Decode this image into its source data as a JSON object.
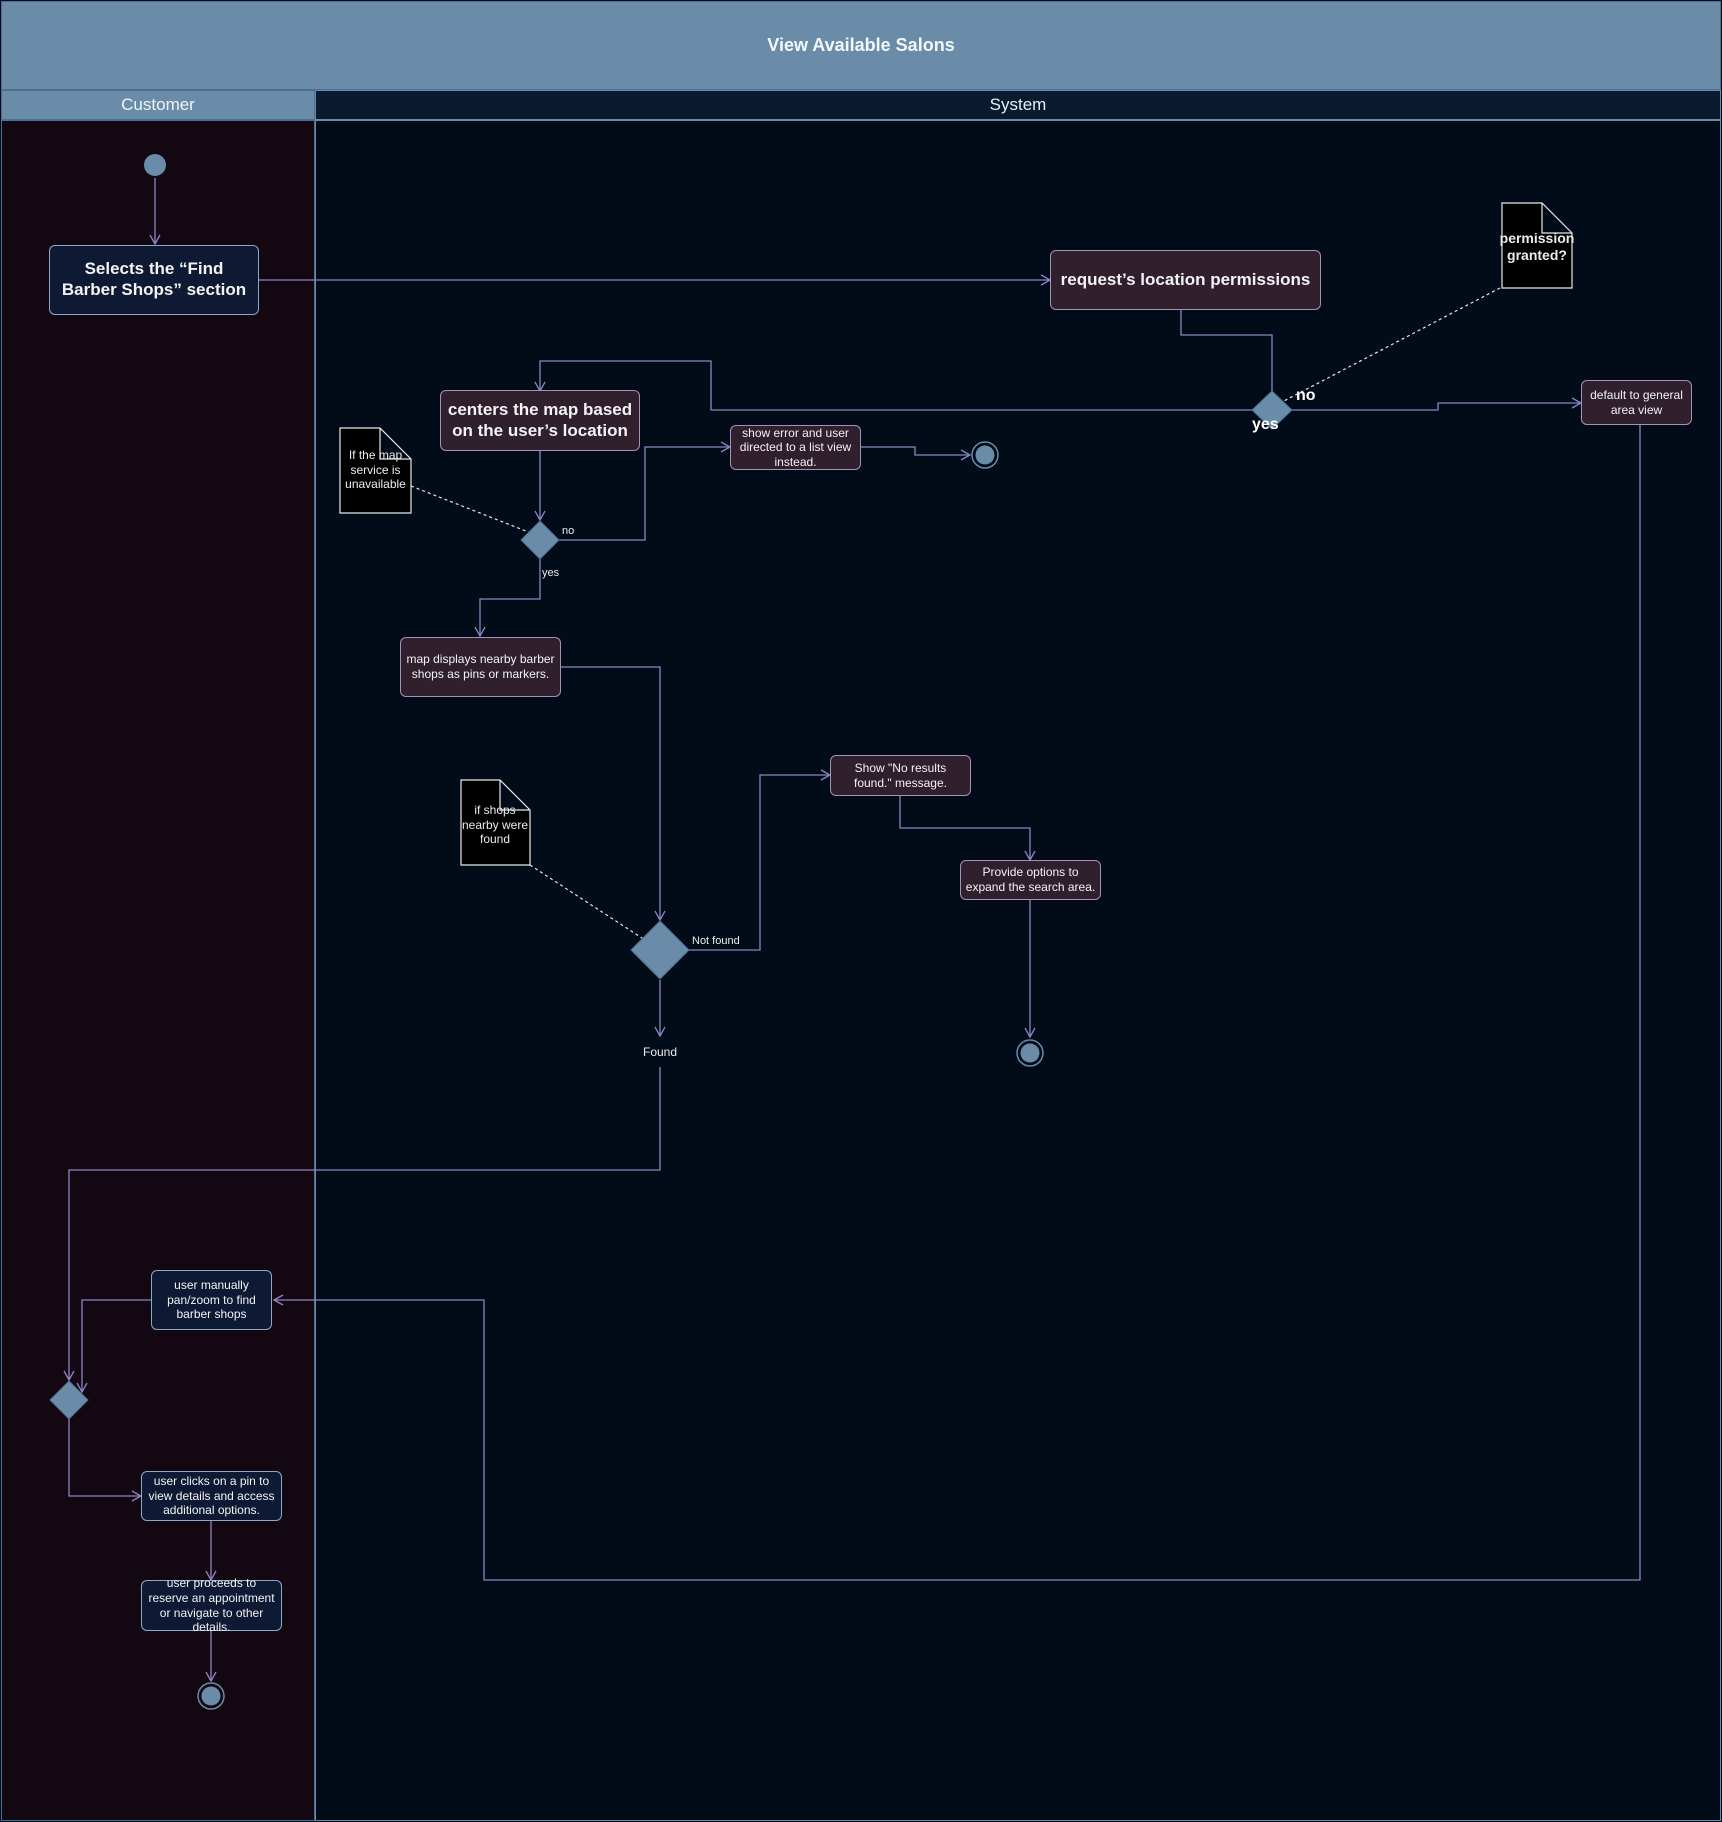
{
  "title": "View Available Salons",
  "lanes": {
    "customer": "Customer",
    "system": "System"
  },
  "nodes": {
    "select_find_barber": "Selects the “Find Barber Shops” section",
    "request_permissions": "request’s location permissions",
    "center_map": "centers the map based on the user’s location",
    "show_error": "show error and user directed to a list view instead.",
    "default_general": "default to general area view",
    "map_displays": "map displays nearby barber shops as pins or markers.",
    "no_results": "Show \"No results found.\" message.",
    "expand_search": "Provide options to expand the search area.",
    "manual_pan": "user manually pan/zoom to find barber shops",
    "click_pin": "user clicks on a pin to view details and access additional options.",
    "proceed_reserve": "user proceeds to reserve an appointment or navigate to other details."
  },
  "notes": {
    "permission_granted": "permission granted?",
    "map_unavailable": "If the map service is unavailable",
    "shops_found": "if shops nearby were found"
  },
  "labels": {
    "perm_no": "no",
    "perm_yes": "yes",
    "map_no": "no",
    "map_yes": "yes",
    "not_found": "Not found",
    "found": "Found"
  },
  "colors": {
    "title_bar": "#6a8ca8",
    "customer_lane": "#130812",
    "system_lane": "#020c18",
    "connector": "#8c84c4",
    "decision_fill": "#6a8ca8",
    "customer_action_fill": "#0e1a33",
    "system_action_fill": "#30202e"
  }
}
